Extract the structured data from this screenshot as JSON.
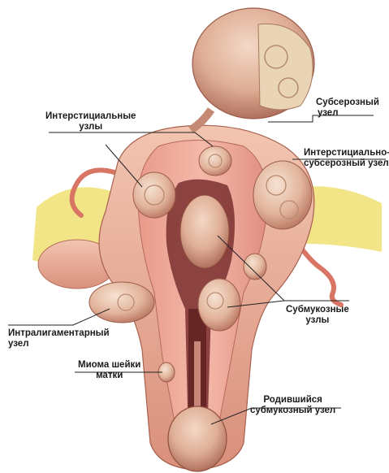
{
  "labels": {
    "interstitial": {
      "line1": "Интерстициальные",
      "line2": "узлы"
    },
    "subserous": {
      "line1": "Субсерозный",
      "line2": "узел"
    },
    "interstitial_subserous": {
      "line1": "Интерстициально-",
      "line2": "субсерозный узел"
    },
    "submucous": {
      "line1": "Субмукозные",
      "line2": "узлы"
    },
    "intraligamentary": {
      "line1": "Интралигаментарный",
      "line2": "узел"
    },
    "cervical_myoma": {
      "line1": "Миома шейки",
      "line2": "матки"
    },
    "born_submucous": {
      "line1": "Родившийся",
      "line2": "субмукозный узел"
    }
  }
}
